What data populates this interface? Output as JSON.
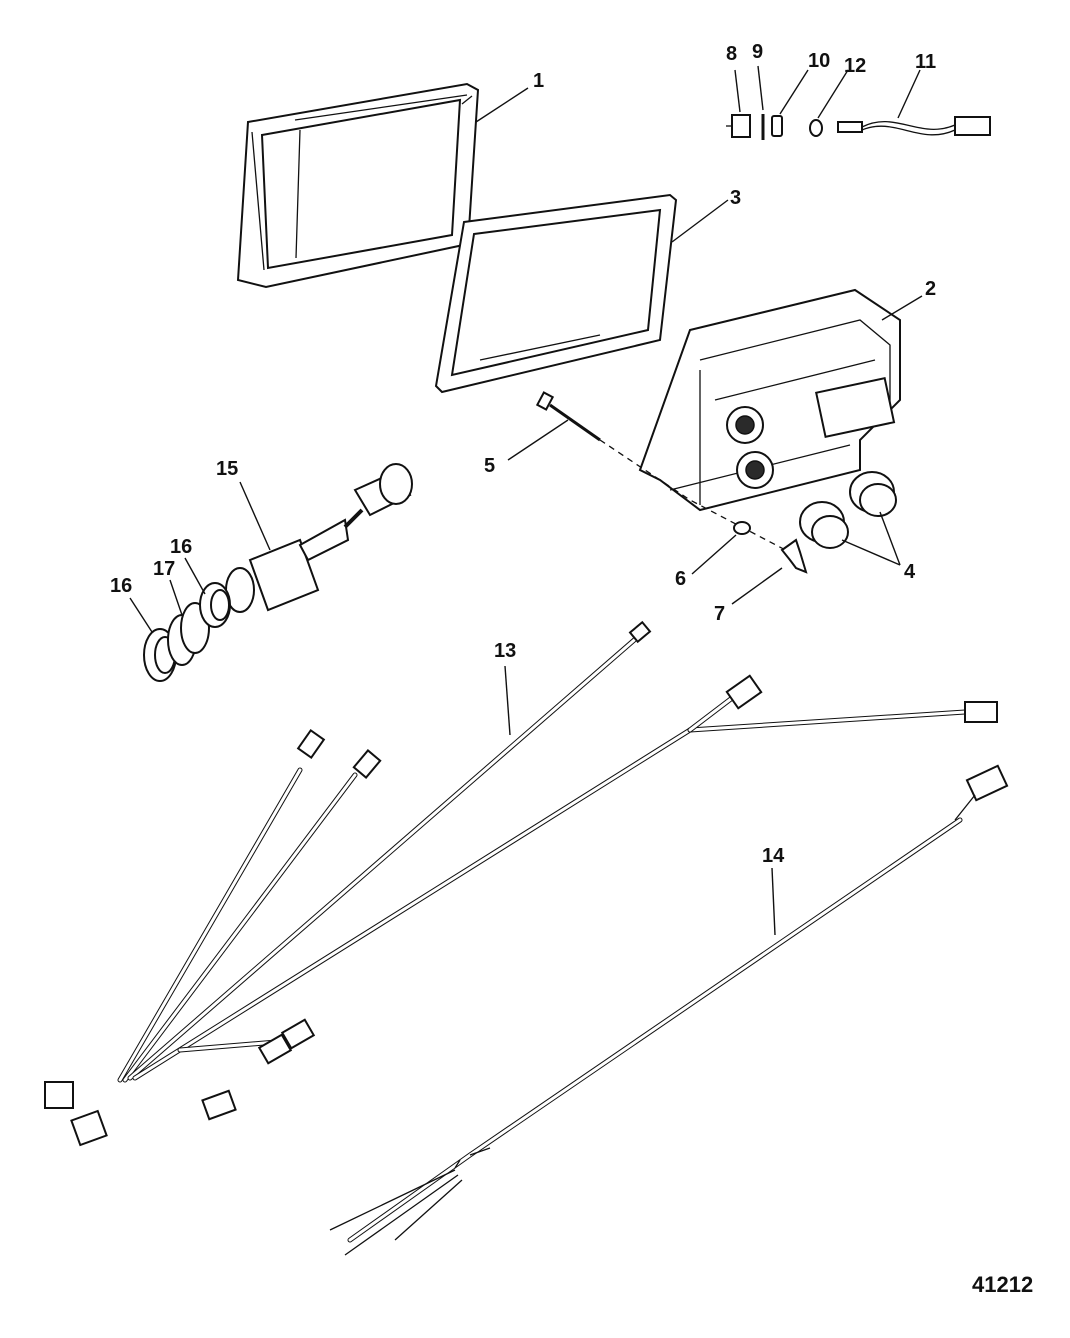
{
  "figure_id": "41212",
  "callouts": {
    "c1": "1",
    "c2": "2",
    "c3": "3",
    "c4": "4",
    "c5": "5",
    "c6": "6",
    "c7": "7",
    "c8": "8",
    "c9": "9",
    "c10": "10",
    "c11": "11",
    "c12": "12",
    "c13": "13",
    "c14": "14",
    "c15": "15",
    "c16a": "16",
    "c16b": "16",
    "c17": "17"
  }
}
